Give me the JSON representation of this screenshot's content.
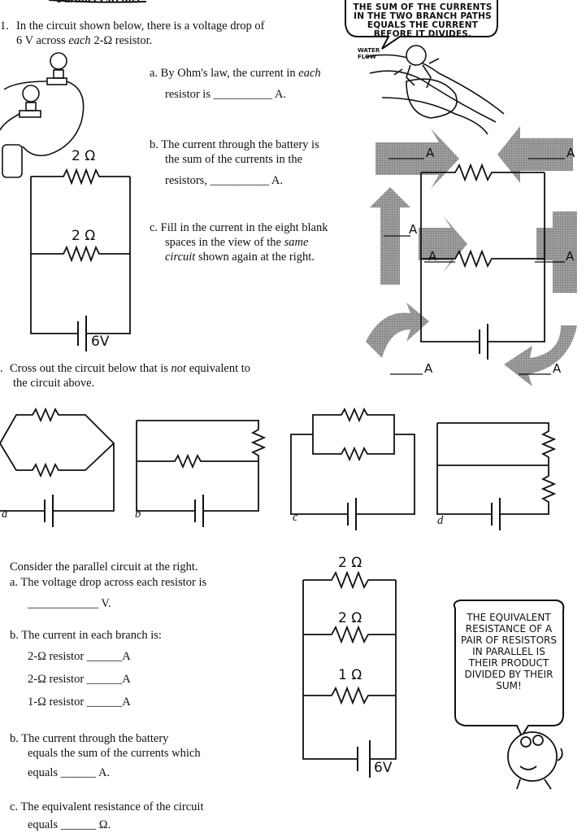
{
  "header": {
    "title_fragment": "Parallel Circuits",
    "bubble_top": "THE SUM OF THE CURRENTS IN THE TWO BRANCH PATHS EQUALS THE CURRENT BEFORE IT DIVIDES.",
    "water_label": "WATER FLOW"
  },
  "q1": {
    "number": "1.",
    "intro_line1": "In the circuit shown below, there is a voltage drop of",
    "intro_line2_prefix": "6 V across ",
    "intro_line2_italic": "each",
    "intro_line2_suffix": " 2-Ω resistor.",
    "a_line1_prefix": "a. By Ohm's law, the current in ",
    "a_line1_italic": "each",
    "a_line2": "resistor is __________ A.",
    "b_line1": "b. The current through the battery is",
    "b_line2": "the sum of the currents in the",
    "b_line3": "resistors, __________ A.",
    "c_line1": "c. Fill in the current in the eight blank",
    "c_line2": "spaces in the view of the ",
    "c_line2_italic": "same",
    "c_line3_italic": "circuit",
    "c_line3_suffix": " shown again at the right.",
    "resistor_label_top": "2 Ω",
    "resistor_label_mid": "2 Ω",
    "battery_label": "6V",
    "blank_unit": "A"
  },
  "q2": {
    "number": ".",
    "line1_prefix": "Cross out the circuit below that is ",
    "line1_italic": "not",
    "line1_suffix": " equivalent to",
    "line2": "the circuit above.",
    "labels": [
      "a",
      "b",
      "c",
      "d"
    ]
  },
  "q3": {
    "intro": "Consider the parallel circuit at the right.",
    "a_line1": "a.  The voltage drop across each resistor is",
    "a_line2": "____________ V.",
    "b_line1": "b.  The current in each branch is:",
    "b_r1": "2-Ω resistor ______A",
    "b_r2": "2-Ω resistor ______A",
    "b_r3": "1-Ω resistor ______A",
    "b2_line1": "b.  The current through the battery",
    "b2_line2": "equals the sum of the currents which",
    "b2_line3": "equals ______ A.",
    "c_line1": "c.  The equivalent resistance of the circuit",
    "c_line2": "equals ______ Ω.",
    "r1_label": "2 Ω",
    "r2_label": "2 Ω",
    "r3_label": "1 Ω",
    "battery_label": "6V",
    "bubble": "THE EQUIVALENT RESISTANCE OF A PAIR OF RESISTORS IN PARALLEL IS THEIR PRODUCT DIVIDED BY THEIR SUM!"
  }
}
